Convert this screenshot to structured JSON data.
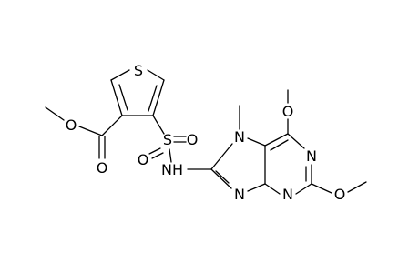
{
  "molecule": {
    "atoms": {
      "S_ring": "S",
      "O_ester_single": "O",
      "O_ester_double": "O",
      "S_sulfonyl": "S",
      "O_sulfonyl_right": "O",
      "O_sulfonyl_left": "O",
      "N_sulfonamide": "NH",
      "N7": "N",
      "N_methyl_label": "",
      "N1": "N",
      "N3": "N",
      "N9": "N",
      "O_methoxy_top": "O",
      "O_methoxy_right": "O"
    }
  },
  "colors": {
    "bond": "#000000",
    "text": "#000000",
    "background": "#ffffff"
  }
}
